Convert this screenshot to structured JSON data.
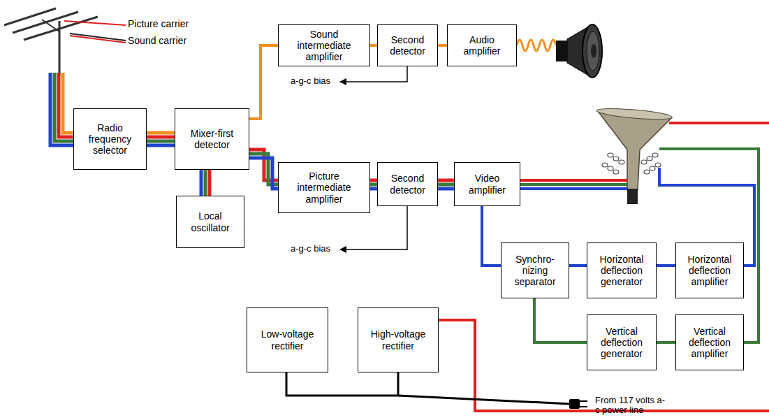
{
  "diagram": {
    "nodes": [
      {
        "text": [
          "Radio frequency selector"
        ]
      },
      {
        "text": [
          "Mixer-first detector"
        ]
      },
      {
        "text": [
          "Local oscillator"
        ]
      },
      {
        "text": [
          "Sound intermediate amplifier"
        ]
      },
      {
        "text": [
          "Second detector"
        ]
      },
      {
        "text": [
          "Audio amplifier"
        ]
      },
      {
        "text": [
          "Picture intermediate amplifier"
        ]
      },
      {
        "text": [
          "Second detector"
        ]
      },
      {
        "text": [
          "Video amplifier"
        ]
      },
      {
        "text": [
          "Synchro- nizing separator"
        ]
      },
      {
        "text": [
          "Horizontal deflection generator"
        ]
      },
      {
        "text": [
          "Horizontal deflection amplifier"
        ]
      },
      {
        "text": [
          "Vertical deflection generator"
        ]
      },
      {
        "text": [
          "Vertical deflection amplifier"
        ]
      },
      {
        "text": [
          "Low-voltage rectifier"
        ]
      },
      {
        "text": [
          "High-voltage rectifier"
        ]
      }
    ],
    "edges": [
      {
        "from": 0,
        "to": 1,
        "arrow": "none"
      },
      {
        "from": 2,
        "to": 1,
        "arrow": "none"
      },
      {
        "from": 1,
        "to": 3,
        "arrow": "none"
      },
      {
        "from": 3,
        "to": 4,
        "arrow": "none"
      },
      {
        "from": 4,
        "to": 5,
        "arrow": "none"
      },
      {
        "from": 1,
        "to": 6,
        "arrow": "none"
      },
      {
        "from": 6,
        "to": 7,
        "arrow": "none"
      },
      {
        "from": 7,
        "to": 8,
        "arrow": "none"
      },
      {
        "from": 8,
        "to": 9,
        "arrow": "none"
      },
      {
        "from": 9,
        "to": 10,
        "arrow": "none"
      },
      {
        "from": 10,
        "to": 11,
        "arrow": "none"
      },
      {
        "from": 9,
        "to": 12,
        "arrow": "none"
      },
      {
        "from": 12,
        "to": 13,
        "arrow": "none"
      }
    ],
    "labels": [
      "Picture carrier",
      "Sound carrier",
      "a-g-c bias",
      "a-g-c bias",
      "From 117 volts a-c power line"
    ]
  }
}
